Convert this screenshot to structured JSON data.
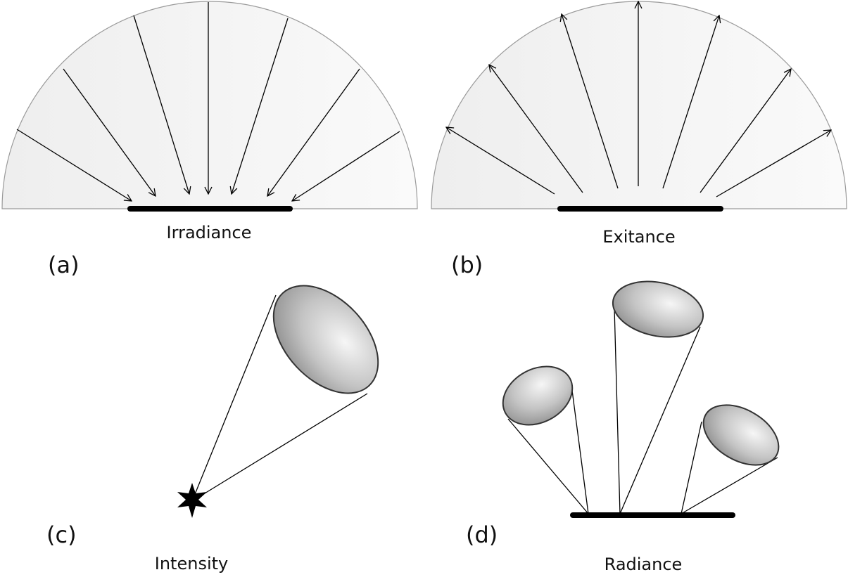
{
  "panels": {
    "a": {
      "tag": "(a)",
      "caption": "Irradiance"
    },
    "b": {
      "tag": "(b)",
      "caption": "Exitance"
    },
    "c": {
      "tag": "(c)",
      "caption": "Intensity"
    },
    "d": {
      "tag": "(d)",
      "caption": "Radiance"
    }
  },
  "colors": {
    "hemisphere_fill": "#f2f2f2",
    "outline": "#9a9a9a",
    "stroke": "#000000",
    "cone_dark": "#888888",
    "cone_light": "#f4f4f4"
  }
}
